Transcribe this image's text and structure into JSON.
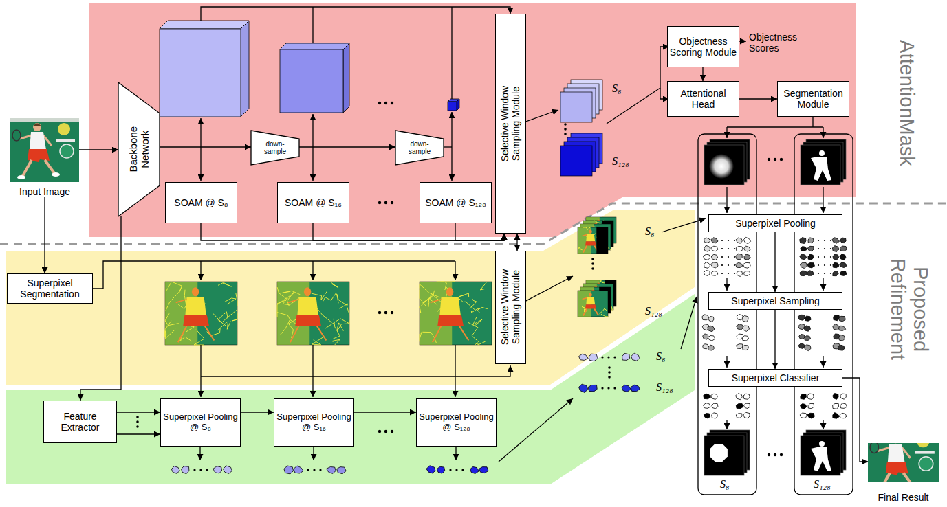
{
  "diagram": {
    "nodes": [
      {
        "text": [
          "Input Image"
        ]
      },
      {
        "text": [
          "Backbone Network"
        ]
      },
      {
        "text": [
          "down-sample"
        ]
      },
      {
        "text": [
          "down-sample"
        ]
      },
      {
        "text": [
          "SOAM @ S₈"
        ]
      },
      {
        "text": [
          "SOAM @ S₁₆"
        ]
      },
      {
        "text": [
          "SOAM @ S₁₂₈"
        ]
      },
      {
        "text": [
          "Selective Window Sampling Module"
        ]
      },
      {
        "text": [
          "Objectness Scoring Module"
        ]
      },
      {
        "text": [
          "Objectness Scores"
        ]
      },
      {
        "text": [
          "Attentional Head"
        ]
      },
      {
        "text": [
          "Segmentation Module"
        ]
      },
      {
        "text": [
          "Superpixel Segmentation"
        ]
      },
      {
        "text": [
          "Selective Window Sampling Module"
        ]
      },
      {
        "text": [
          "Feature Extractor"
        ]
      },
      {
        "text": [
          "Superpixel Pooling @ S₈"
        ]
      },
      {
        "text": [
          "Superpixel Pooling @ S₁₆"
        ]
      },
      {
        "text": [
          "Superpixel Pooling @ S₁₂₈"
        ]
      },
      {
        "text": [
          "Superpixel Pooling"
        ]
      },
      {
        "text": [
          "Superpixel Sampling"
        ]
      },
      {
        "text": [
          "Superpixel Classifier"
        ]
      },
      {
        "text": [
          "Final Result"
        ]
      }
    ],
    "edges": [
      {
        "from": 0,
        "to": 1,
        "arrow": "to"
      },
      {
        "from": 0,
        "to": 12,
        "arrow": "to"
      },
      {
        "from": 1,
        "to": 2,
        "arrow": "to"
      },
      {
        "from": 2,
        "to": 3,
        "arrow": "to"
      },
      {
        "from": 1,
        "to": 14,
        "arrow": "to"
      },
      {
        "from": 14,
        "to": 15,
        "arrow": "to"
      },
      {
        "from": 14,
        "to": 15,
        "arrow": "to"
      },
      {
        "from": 15,
        "to": 16,
        "arrow": "to"
      },
      {
        "from": 16,
        "to": 17,
        "arrow": "to"
      },
      {
        "from": 4,
        "to": 7,
        "arrow": "to"
      },
      {
        "from": 5,
        "to": 7,
        "arrow": "to"
      },
      {
        "from": 6,
        "to": 7,
        "arrow": "to"
      },
      {
        "from": 7,
        "to": 13,
        "arrow": "both"
      },
      {
        "from": 8,
        "to": 9,
        "arrow": "to"
      },
      {
        "from": 8,
        "to": 10,
        "arrow": "to"
      },
      {
        "from": 10,
        "to": 11,
        "arrow": "to"
      },
      {
        "from": 18,
        "to": 19,
        "arrow": "to"
      },
      {
        "from": 19,
        "to": 20,
        "arrow": "to"
      },
      {
        "from": 20,
        "to": 21,
        "arrow": "to"
      }
    ],
    "labels": [
      "AttentionMask",
      "Proposed Refinement",
      "S₈",
      "S₁₂₈",
      "S₈",
      "S₁₂₈",
      "S₈",
      "S₁₂₈",
      "S₈",
      "S₁₂₈"
    ]
  }
}
